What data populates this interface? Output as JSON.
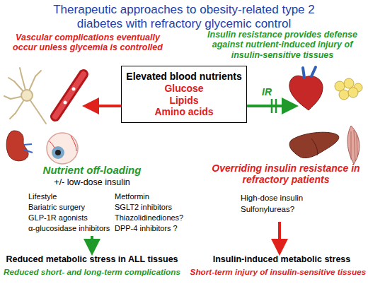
{
  "diagram": {
    "title": "Therapeutic approaches  to obesity-related type 2 diabetes with refractory glycemic control",
    "nodes": [
      {
        "text": [
          "Elevated blood nutrients",
          "Glucose",
          "Lipids",
          "Amino acids"
        ]
      }
    ],
    "labels": [
      "Vascular complications eventually occur unless glycemia is controlled",
      "Insulin resistance provides defense against nutrient-induced injury of insulin-sensitive tissues",
      "IR",
      "Nutrient off-loading",
      "+/- low-dose insulin",
      "Lifestyle",
      "Bariatric surgery",
      "GLP-1R agonists",
      "α-glucosidase inhibitors",
      "Metformin",
      "SGLT2 inhibitors",
      "Thiazolidinediones?",
      "DPP-4 inhibitors ?",
      "Reduced metabolic stress in ALL tissues",
      "Reduced short- and long-term complications",
      "Overriding insulin resistance in refractory patients",
      "High-dose insulin",
      "Sulfonylureas?",
      "Insulin-induced metabolic stress",
      "Short-term injury of insulin-sensitive tissues"
    ]
  }
}
